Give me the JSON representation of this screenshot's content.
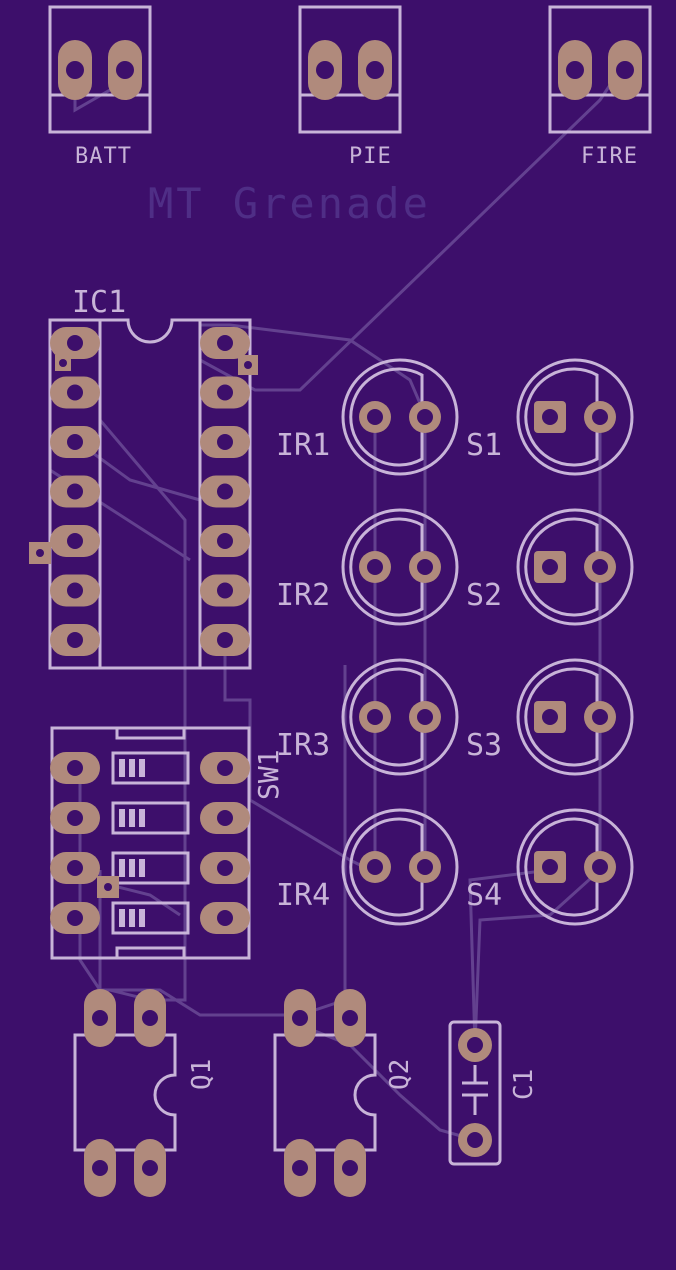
{
  "board": {
    "title": "MT Grenade",
    "colors": {
      "background": "#3d0f6b",
      "silkscreen": "#c8b4d8",
      "trace": "#6a4a96",
      "pad": "#b08a7c",
      "hole": "#3d0f6b",
      "title_text": "#4f2e86"
    }
  },
  "connectors": [
    {
      "label": "BATT"
    },
    {
      "label": "PIE"
    },
    {
      "label": "FIRE"
    }
  ],
  "ic": {
    "label": "IC1"
  },
  "switch": {
    "label": "SW1"
  },
  "leds": [
    {
      "label": "IR1"
    },
    {
      "label": "IR2"
    },
    {
      "label": "IR3"
    },
    {
      "label": "IR4"
    }
  ],
  "sensors": [
    {
      "label": "S1"
    },
    {
      "label": "S2"
    },
    {
      "label": "S3"
    },
    {
      "label": "S4"
    }
  ],
  "transistors": [
    {
      "label": "Q1"
    },
    {
      "label": "Q2"
    }
  ],
  "capacitor": {
    "label": "C1"
  }
}
